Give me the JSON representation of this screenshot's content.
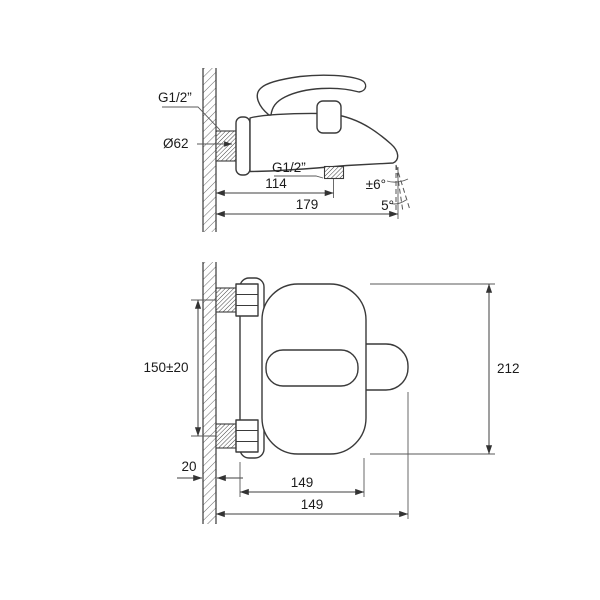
{
  "side_view": {
    "wall_thread_label": "G1/2”",
    "flange_diameter_label": "Ø62",
    "shower_thread_label": "G1/2”",
    "depth_to_shower_outlet": "114",
    "total_depth": "179",
    "stream_angle_tolerance": "±6°",
    "stream_angle": "5°"
  },
  "front_view": {
    "connection_spacing": "150±20",
    "overall_height": "212",
    "wall_thickness": "20",
    "depth_upper": "149",
    "depth_lower": "149"
  }
}
